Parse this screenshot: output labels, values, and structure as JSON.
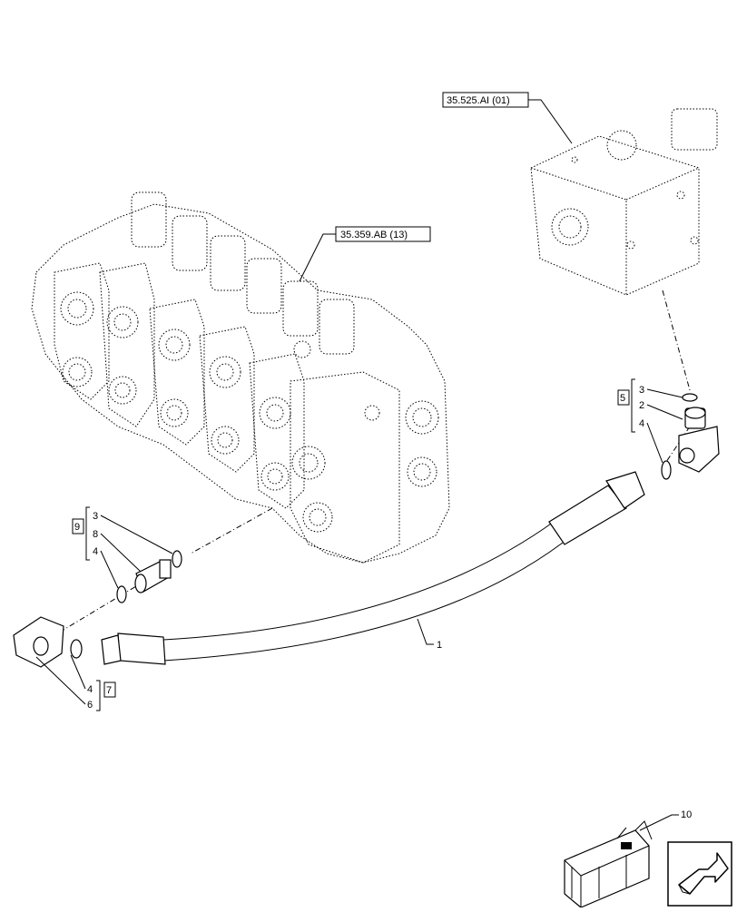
{
  "references": {
    "aux_valve_ref": "35.525.AI (01)",
    "control_valve_ref": "35.359.AB (13)"
  },
  "kits": {
    "kit_right": "5",
    "kit_left_upper": "9",
    "kit_left_lower": "7"
  },
  "callouts": {
    "right_group": [
      "3",
      "2",
      "4"
    ],
    "left_upper_group": [
      "3",
      "8",
      "4"
    ],
    "left_lower_group": [
      "4",
      "6"
    ],
    "hose": "1",
    "box": "10"
  },
  "icons": {
    "nav": "next-page-arrow-icon",
    "kit_box": "crate-icon"
  }
}
